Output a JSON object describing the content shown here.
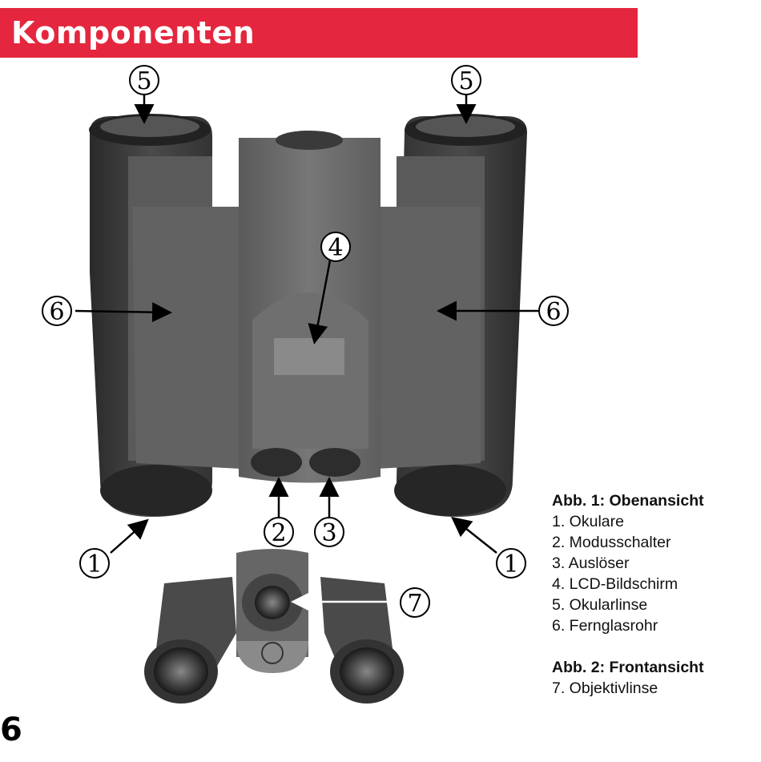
{
  "header": {
    "title": "Komponenten"
  },
  "callouts": {
    "eyepiece_lens_left": "5",
    "eyepiece_lens_right": "5",
    "lcd": "4",
    "tube_left": "6",
    "tube_right": "6",
    "mode_switch": "2",
    "shutter": "3",
    "eyepiece_left": "1",
    "eyepiece_right": "1",
    "objective": "7"
  },
  "figure1": {
    "title": "Abb. 1: Obenansicht",
    "items": [
      "1. Okulare",
      "2. Modusschalter",
      "3. Auslöser",
      "4. LCD-Bildschirm",
      "5. Okularlinse",
      "6. Fernglasrohr"
    ]
  },
  "figure2": {
    "title": "Abb. 2: Frontansicht",
    "items": [
      "7. Objektivlinse"
    ]
  },
  "page": {
    "number": "6"
  },
  "colors": {
    "header_bg": "#e4273e",
    "header_text": "#ffffff"
  }
}
